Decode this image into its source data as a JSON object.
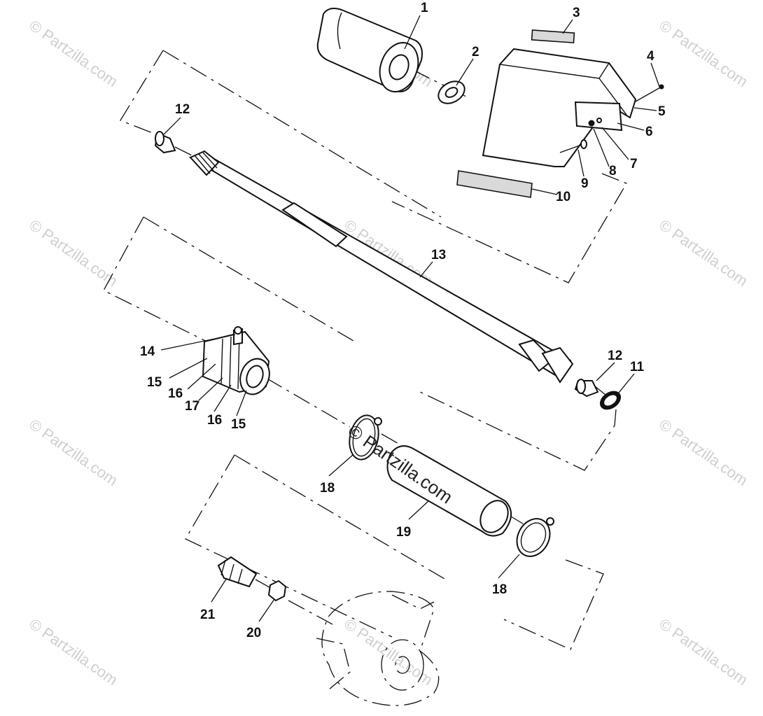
{
  "watermark": {
    "repeated_text": "© Partzilla.com",
    "center_text": "© Partzilla.com"
  },
  "callouts": [
    {
      "id": "c1",
      "label": "1"
    },
    {
      "id": "c2",
      "label": "2"
    },
    {
      "id": "c3",
      "label": "3"
    },
    {
      "id": "c4",
      "label": "4"
    },
    {
      "id": "c5",
      "label": "5"
    },
    {
      "id": "c6",
      "label": "6"
    },
    {
      "id": "c7",
      "label": "7"
    },
    {
      "id": "c8",
      "label": "8"
    },
    {
      "id": "c9",
      "label": "9"
    },
    {
      "id": "c10",
      "label": "10"
    },
    {
      "id": "c11",
      "label": "11"
    },
    {
      "id": "c12a",
      "label": "12"
    },
    {
      "id": "c12b",
      "label": "12"
    },
    {
      "id": "c13",
      "label": "13"
    },
    {
      "id": "c14",
      "label": "14"
    },
    {
      "id": "c15a",
      "label": "15"
    },
    {
      "id": "c15b",
      "label": "15"
    },
    {
      "id": "c16a",
      "label": "16"
    },
    {
      "id": "c16b",
      "label": "16"
    },
    {
      "id": "c17",
      "label": "17"
    },
    {
      "id": "c18a",
      "label": "18"
    },
    {
      "id": "c18b",
      "label": "18"
    },
    {
      "id": "c19",
      "label": "19"
    },
    {
      "id": "c20",
      "label": "20"
    },
    {
      "id": "c21",
      "label": "21"
    }
  ],
  "colors": {
    "line": "#111111",
    "watermark": "#cfcfcf",
    "background": "#ffffff"
  }
}
